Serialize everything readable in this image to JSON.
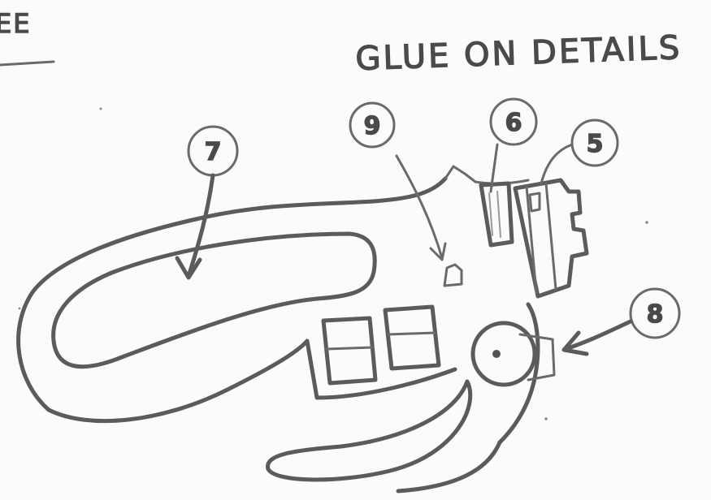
{
  "page": {
    "corner_fragment": "EE",
    "heading": "GLUE ON DETAILS"
  },
  "callouts": [
    {
      "id": "7",
      "label": "7"
    },
    {
      "id": "9",
      "label": "9"
    },
    {
      "id": "6",
      "label": "6"
    },
    {
      "id": "5",
      "label": "5"
    },
    {
      "id": "8",
      "label": "8"
    }
  ],
  "colors": {
    "paper": "#fbfbf9",
    "pencil": "#5b5b5b"
  }
}
